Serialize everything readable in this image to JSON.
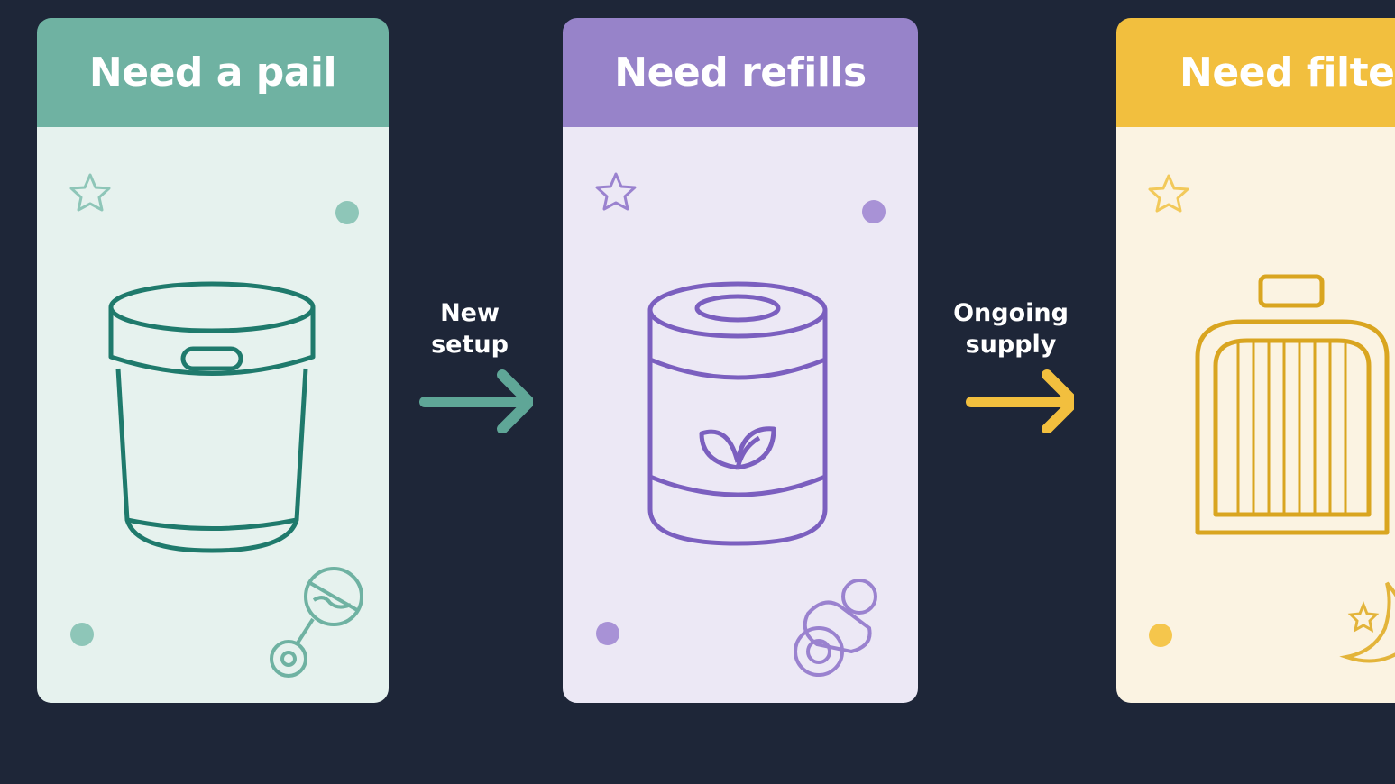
{
  "stages": [
    {
      "title": "Need a pail",
      "icon": "diaper-pail-icon",
      "accent": "#6fb2a2",
      "stroke": "#1f7a6c"
    },
    {
      "title": "Need refills",
      "icon": "refill-cartridge-icon",
      "accent": "#9783c9",
      "stroke": "#7b5fbf"
    },
    {
      "title": "Need filters",
      "icon": "filter-icon",
      "accent": "#f2bf3e",
      "stroke": "#d9a520"
    }
  ],
  "connectors": [
    {
      "label": "New\nsetup",
      "color": "#5fa697"
    },
    {
      "label": "Ongoing\nsupply",
      "color": "#f2bf3e"
    }
  ]
}
